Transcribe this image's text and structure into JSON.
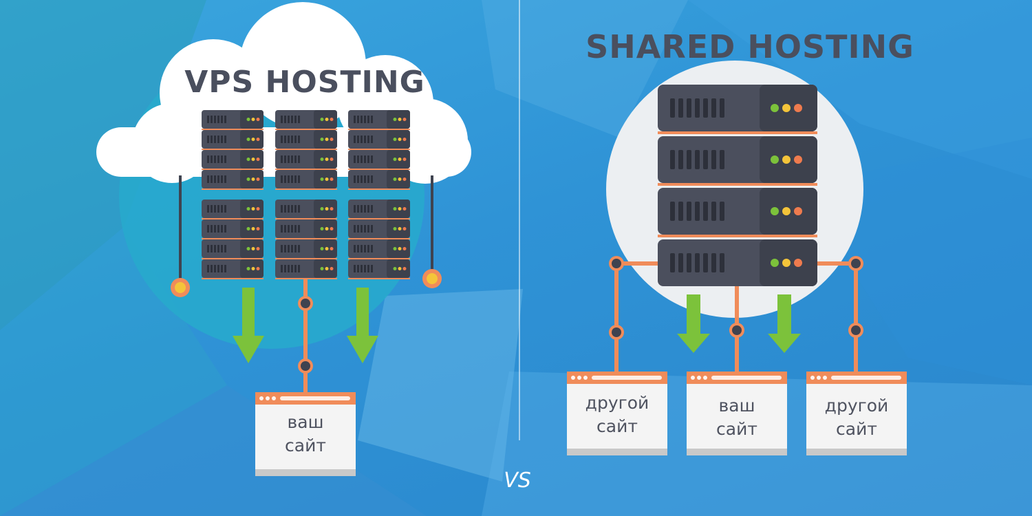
{
  "vps": {
    "title": "VPS HOSTING",
    "site_line1": "ваш",
    "site_line2": "сайт"
  },
  "shared": {
    "title": "SHARED HOSTING",
    "sites": [
      {
        "line1": "другой",
        "line2": "сайт"
      },
      {
        "line1": "ваш",
        "line2": "сайт"
      },
      {
        "line1": "другой",
        "line2": "сайт"
      }
    ]
  },
  "divider_label": "VS",
  "colors": {
    "server_body": "#4b4f5d",
    "server_dark": "#3d414d",
    "server_stripe": "#f08c5a",
    "connector": "#f08c5a",
    "arrow": "#7cc23b",
    "led_green": "#7cc23b",
    "led_yellow": "#f4c43a",
    "led_red": "#ef7b4e",
    "browser_bar": "#f08c5a",
    "title_text": "#4a4f5e"
  }
}
